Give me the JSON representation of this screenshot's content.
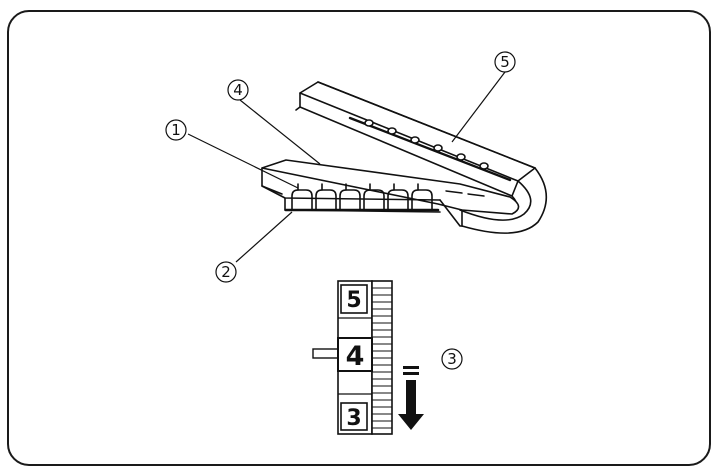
{
  "callouts": {
    "c1": "1",
    "c2": "2",
    "c3": "3",
    "c4": "4",
    "c5": "5"
  },
  "dial": {
    "top_number": "5",
    "middle_number": "4",
    "bottom_number": "3"
  }
}
